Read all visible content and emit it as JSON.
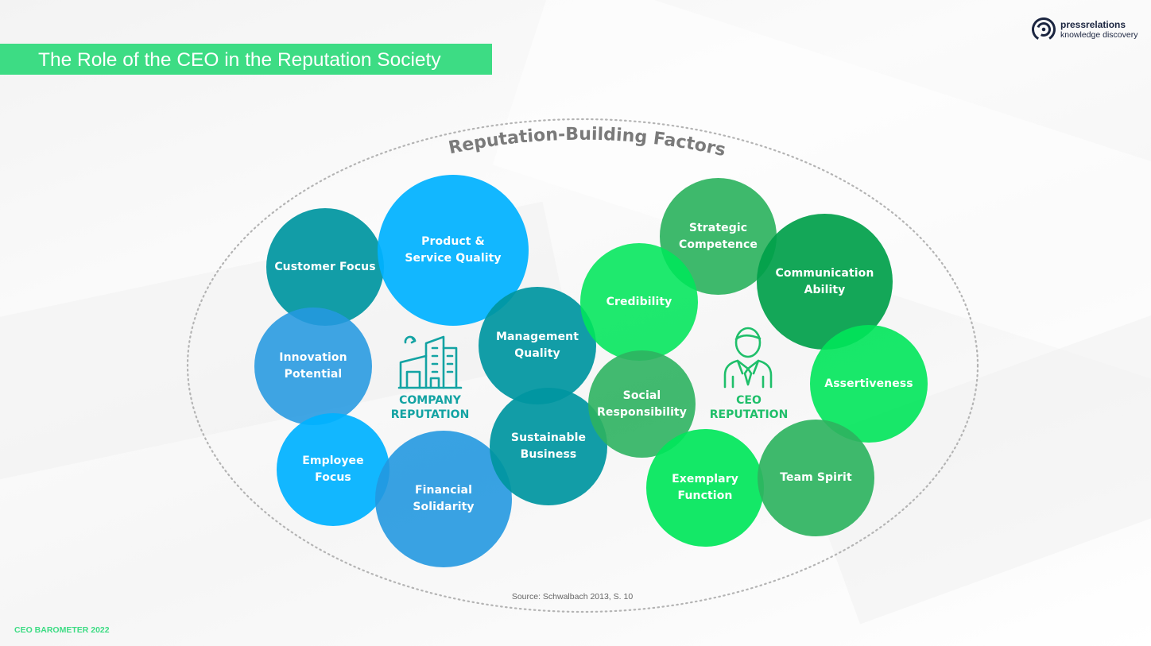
{
  "header": {
    "title": "The Role of the CEO in the Reputation Society"
  },
  "brand": {
    "name": "pressrelations",
    "tagline": "knowledge discovery",
    "logo_icon": "pressrelations-logo-icon",
    "color": "#1b2540"
  },
  "diagram": {
    "heading": "Reputation-Building Factors",
    "company": {
      "label": "COMPANY\nREPUTATION",
      "icon": "building-icon",
      "color": "#13a3a3",
      "factors": [
        "Customer Focus",
        "Product &\nService Quality",
        "Innovation\nPotential",
        "Management\nQuality",
        "Employee\nFocus",
        "Financial\nSolidarity",
        "Sustainable\nBusiness"
      ]
    },
    "ceo": {
      "label": "CEO\nREPUTATION",
      "icon": "ceo-person-icon",
      "color": "#1fbf6a",
      "factors": [
        "Strategic\nCompetence",
        "Credibility",
        "Communication\nAbility",
        "Social\nResponsibility",
        "Assertiveness",
        "Exemplary\nFunction",
        "Team Spirit"
      ]
    }
  },
  "source": "Source: Schwalbach 2013, S. 10",
  "footer": "CEO BAROMETER 2022",
  "colors": {
    "accent_green": "#3ddc84",
    "teal": "#0097a0",
    "sky_blue": "#00b0ff",
    "light_blue": "#2196e0",
    "mid_green": "#2eb360",
    "dark_green": "#00a04a",
    "bright_green": "#00e65a"
  }
}
